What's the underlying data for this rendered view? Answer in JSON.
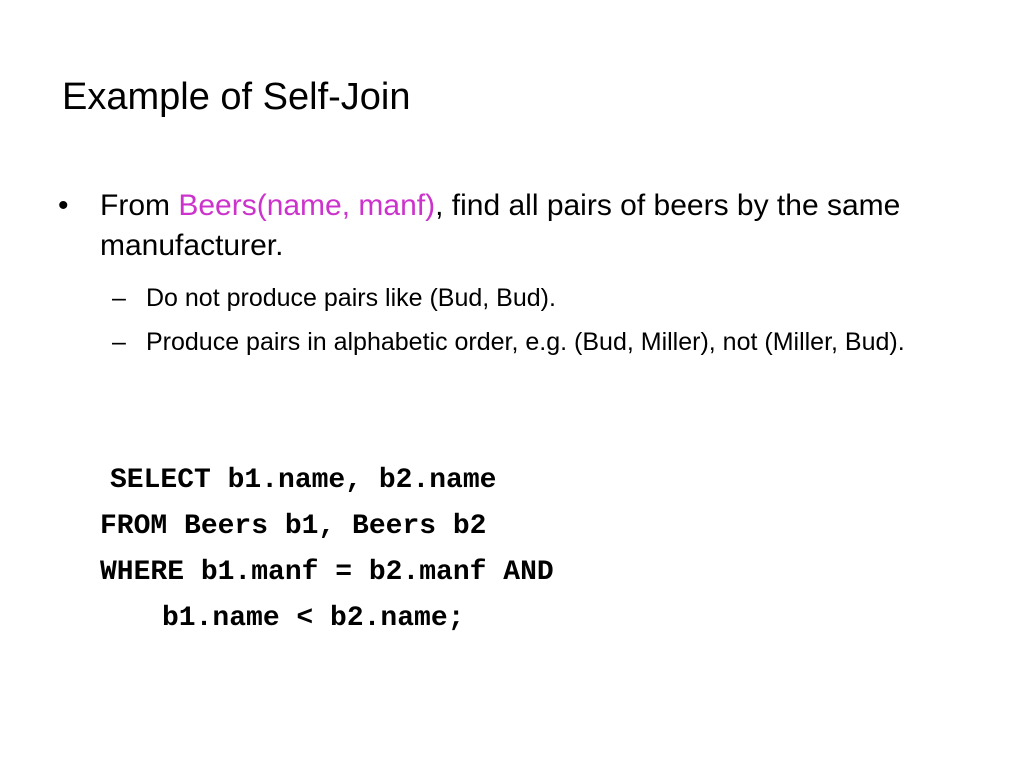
{
  "slide": {
    "title": "Example of Self-Join",
    "bullet": {
      "marker": "•",
      "prefix": "From ",
      "highlight": "Beers(name, manf)",
      "suffix": ", find all pairs of beers by the same manufacturer."
    },
    "subbullets": [
      {
        "marker": "–",
        "text": "Do not produce pairs like (Bud, Bud)."
      },
      {
        "marker": "–",
        "text": "Produce pairs in alphabetic order, e.g. (Bud, Miller), not (Miller, Bud)."
      }
    ],
    "code_lines": [
      "SELECT b1.name, b2.name",
      "FROM Beers b1, Beers b2",
      "WHERE b1.manf = b2.manf AND",
      "b1.name < b2.name;"
    ]
  },
  "colors": {
    "highlight": "#cc33cc",
    "text": "#000000",
    "background": "#ffffff"
  }
}
